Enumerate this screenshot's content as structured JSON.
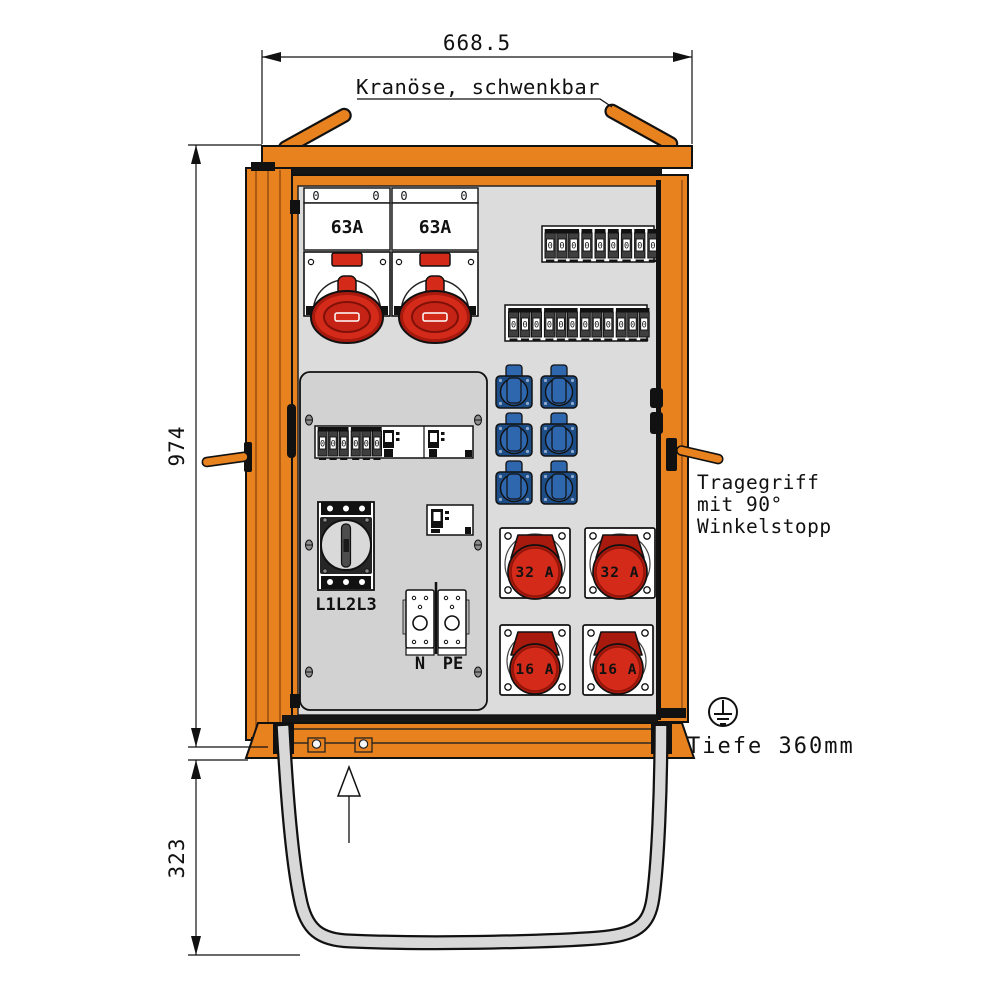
{
  "annotations": {
    "width_dim": "668.5",
    "height_dim": "974",
    "stand_dim": "323",
    "crane_note": "Kranöse, schwenkbar",
    "handle_note_line1": "Tragegriff",
    "handle_note_line2": "mit 90°",
    "handle_note_line3": "Winkelstopp",
    "depth_note": "Tiefe 360mm"
  },
  "panel": {
    "cee63_left_label": "63A",
    "cee63_right_label": "63A",
    "cee32_labels": [
      "32 A",
      "32 A"
    ],
    "cee16_labels": [
      "16 A",
      "16 A"
    ],
    "main_switch_label": "L1L2L3",
    "terminal_n_label": "N",
    "terminal_pe_label": "PE",
    "breaker_off_label": "0",
    "breaker_row_top_groups": [
      3,
      1,
      1,
      1,
      1,
      1,
      1
    ],
    "breaker_row_mid_groups": [
      3,
      3,
      3,
      3
    ],
    "din_rail_groups": [
      3,
      3
    ],
    "schuko_socket_count": 6
  },
  "colors": {
    "cabinet_orange": "#E8821F",
    "socket_red": "#D42A1A",
    "socket_red_dark": "#A81A0E",
    "socket_blue": "#2E67AE",
    "socket_blue_dark": "#1D4D87",
    "panel_gray": "#DCDCDC",
    "subpanel_gray": "#D2D2D2",
    "tube_gray": "#D8D8D8"
  }
}
